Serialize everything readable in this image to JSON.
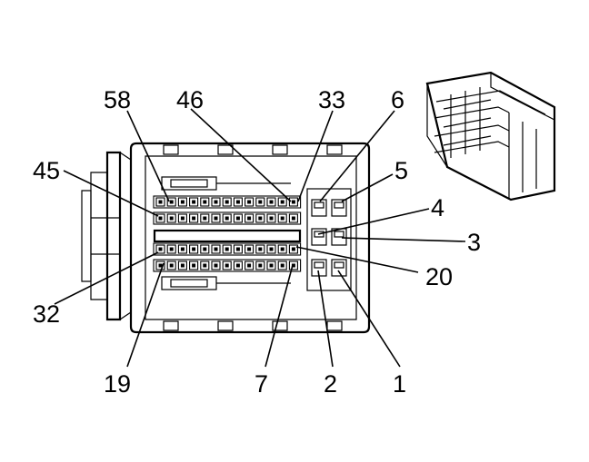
{
  "labels": {
    "l58": "58",
    "l46": "46",
    "l33": "33",
    "l6": "6",
    "l45": "45",
    "l5": "5",
    "l4": "4",
    "l3": "3",
    "l20": "20",
    "l32": "32",
    "l19": "19",
    "l7": "7",
    "l2": "2",
    "l1": "1"
  }
}
